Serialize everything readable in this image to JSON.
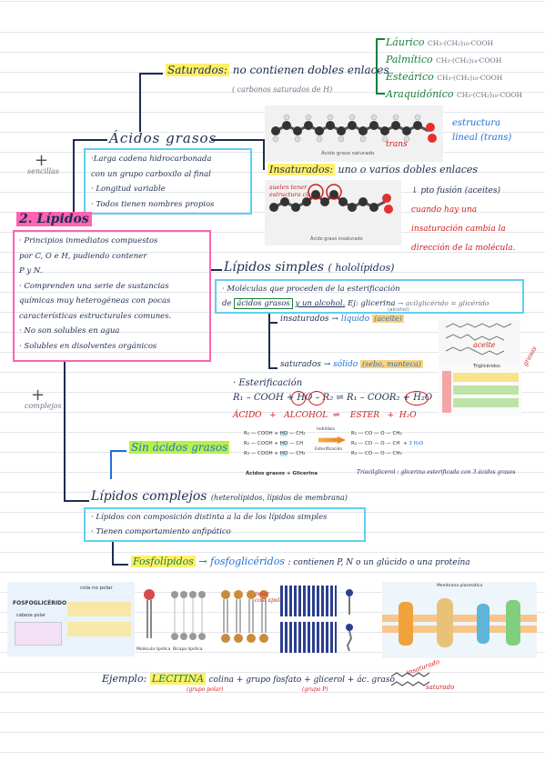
{
  "fatty_acids_list": {
    "items": [
      {
        "name": "Láurico",
        "formula": "CH₃-(CH₂)₁₀-COOH"
      },
      {
        "name": "Palmítico",
        "formula": "CH₃-(CH₂)₁₄-COOH"
      },
      {
        "name": "Esteárico",
        "formula": "CH₃-(CH₂)₁₆-COOH"
      },
      {
        "name": "Araquidónico",
        "formula": "CH₃-(CH₂)₁₈-COOH"
      }
    ]
  },
  "saturados": {
    "label": "Saturados:",
    "desc": "no contienen dobles enlaces",
    "note": "( carbonos saturados de H)"
  },
  "acidos_grasos": {
    "title": "Ácidos grasos",
    "points": [
      "·Larga cadena hidrocarbonada",
      "con un grupo carboxilo al final",
      "· Longitud variable",
      "· Todos tienen nombres propios"
    ],
    "structure_label": "estructura",
    "structure_label2": "lineal (trans)",
    "trans": "trans",
    "fig1_caption": "Ácido graso saturado"
  },
  "insaturados": {
    "label": "Insaturados:",
    "desc": "uno o varios dobles enlaces",
    "fig2_caption": "Ácido graso insaturado",
    "fig2_note": "suelen tener estructura cis",
    "fusion": "↓ pto fusión (aceites)",
    "note1": "cuando hay una",
    "note2": "insaturación cambia la",
    "note3": "dirección de la molécula."
  },
  "side_labels": {
    "sencillas": "sencillas",
    "complejos": "complejos"
  },
  "lipidos": {
    "title": "2. Lípidos",
    "points": [
      "· Principios inmediatos compuestos",
      "por C, O e H, pudiendo contener",
      "P y N.",
      "· Comprenden una serie de sustancias",
      "químicas muy heterogéneas con pocas",
      "características estructurales comunes.",
      "· No son solubles en agua",
      "· Solubles en disolventes orgánicos"
    ]
  },
  "simples": {
    "title": "Lípidos simples",
    "subtitle": "( hololípidos)",
    "line1": "· Moléculas que proceden de la esterificación",
    "line2_a": "de",
    "line2_b": "ácidos grasos",
    "line2_c": "y un alcohol.",
    "line2_d": "Ej: glicerina",
    "line2_e": "→ acilglicérido = glicérido",
    "alcohol_note": "(alcohol)",
    "insat_label": "insaturados",
    "insat_arrow": "→",
    "insat_state": "líquido",
    "insat_state_note": "(aceite)",
    "aceite_label": "aceite",
    "sat_label": "saturados",
    "sat_arrow": "→",
    "sat_state": "sólido",
    "sat_state_note": "(sebo, manteca)",
    "grasas": "grasas",
    "trigliceridos": "Triglicéridos"
  },
  "esterificacion": {
    "title": "· Esterificación",
    "equation": "R₁ – COOH + HO – R₂ ⇌ R₁ – COOR₂ + H₂O",
    "words": "ÁCIDO   +   ALCOHOL  ⇌    ESTER   +  H₂O",
    "hidrolisis": "hidrólisis",
    "esterificacion_lbl": "Esterificación"
  },
  "sin_acidos": {
    "label": "Sin ácidos grasos"
  },
  "reaction_fig": {
    "left_caption": "Ácidos grasos + Glicerina",
    "right_caption": "Triacilglicerol : glicerina esterificada con 3 ácidos grasos"
  },
  "complejos": {
    "title": "Lípidos complejos",
    "subtitle": "(heterolípidos, lípidos de membrana)",
    "points": [
      "· Lípidos con composición distinta a la de los lípidos simples",
      "· Tienen comportamiento anfipático"
    ],
    "anfipatico": "anfipático"
  },
  "fosfolipidos": {
    "label": "Fosfolípidos",
    "arrow": "→",
    "sub": "fosfoglicéridos",
    "desc": ": contienen P, N o un glúcido o una proteína"
  },
  "bottom_fig": {
    "cola_no_polar": "cola no polar",
    "fosfogliceridos": "FOSFOGLICÉRIDO",
    "cabeza_polar": "cabeza polar",
    "polar": "polar",
    "cola_apolar": "cola apolar",
    "bicapa": "Bicapa lipídica",
    "micela": "Molécula lipídica",
    "membrana": "Membrana plasmática"
  },
  "ejemplo": {
    "label": "Ejemplo:",
    "name": "LECITINA",
    "eq": "colina  +  grupo fosfato + glicerol + ác. graso",
    "polar_note1": "(grupo polar)",
    "polar_note2": "(grupo P)",
    "insaturado": "insaturado",
    "saturado": "saturado"
  },
  "colors": {
    "pink": "#ff63b1",
    "cyan": "#5fd0f0",
    "green": "#16813c",
    "red": "#d11c1c",
    "navy": "#1e2c52",
    "yellow": "#fff06a",
    "lime": "#b8f04a"
  }
}
